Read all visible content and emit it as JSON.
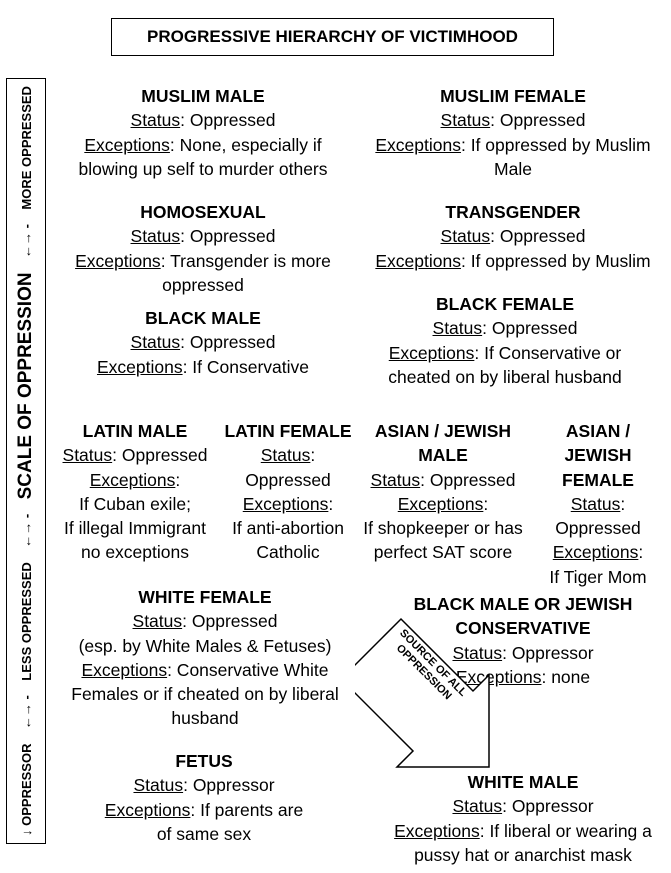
{
  "title": "PROGRESSIVE HIERARCHY OF VICTIMHOOD",
  "scale": {
    "oppressor": "↓ OPPRESSOR",
    "sep1": "←→ -",
    "less": "LESS OPPRESSED",
    "sep2": "←→ -",
    "main": "SCALE OF OPPRESSION",
    "sep3": "←→ -",
    "more": "MORE OPPRESSED"
  },
  "arrow_label": "SOURCE OF ALL OPPRESSION",
  "entries": {
    "muslim_male": {
      "heading": "MUSLIM MALE",
      "status_label": "Status",
      "status": ": Oppressed",
      "exceptions_label": "Exceptions",
      "exceptions": ": None, especially if blowing up self to murder others"
    },
    "muslim_female": {
      "heading": "MUSLIM FEMALE",
      "status_label": "Status",
      "status": ": Oppressed",
      "exceptions_label": "Exceptions",
      "exceptions": ": If oppressed by Muslim Male"
    },
    "homosexual": {
      "heading": "HOMOSEXUAL",
      "status_label": "Status",
      "status": ": Oppressed",
      "exceptions_label": "Exceptions",
      "exceptions": ": Transgender is more oppressed"
    },
    "transgender": {
      "heading": "TRANSGENDER",
      "status_label": "Status",
      "status": ": Oppressed",
      "exceptions_label": "Exceptions",
      "exceptions": ": If oppressed by Muslim"
    },
    "black_male": {
      "heading": "BLACK MALE",
      "status_label": "Status",
      "status": ": Oppressed",
      "exceptions_label": "Exceptions",
      "exceptions": ": If Conservative"
    },
    "black_female": {
      "heading": "BLACK FEMALE",
      "status_label": "Status",
      "status": ": Oppressed",
      "exceptions_label": "Exceptions",
      "exceptions": ": If Conservative or cheated on by liberal husband"
    },
    "latin_male": {
      "heading": "LATIN MALE",
      "status_label": "Status",
      "status": ": Oppressed",
      "exceptions_label": "Exceptions",
      "exceptions": ":",
      "extra1": "If Cuban exile;",
      "extra2": "If illegal Immigrant no exceptions"
    },
    "latin_female": {
      "heading": "LATIN FEMALE",
      "status_label": "Status",
      "status": ": Oppressed",
      "exceptions_label": "Exceptions",
      "exceptions": ":",
      "extra1": "If anti-abortion Catholic"
    },
    "asian_jewish_male": {
      "heading": "ASIAN / JEWISH MALE",
      "status_label": "Status",
      "status": ": Oppressed",
      "exceptions_label": "Exceptions",
      "exceptions": ":",
      "extra1": "If shopkeeper or has perfect SAT score"
    },
    "asian_jewish_female": {
      "heading": "ASIAN / JEWISH FEMALE",
      "status_label": "Status",
      "status": ": Oppressed",
      "exceptions_label": "Exceptions",
      "exceptions": ":",
      "extra1": "If Tiger Mom"
    },
    "white_female": {
      "heading": "WHITE FEMALE",
      "status_label": "Status",
      "status": ": Oppressed",
      "note": "(esp. by White Males & Fetuses)",
      "exceptions_label": "Exceptions",
      "exceptions": ": Conservative White Females or if cheated on by liberal husband"
    },
    "black_male_jewish_conservative": {
      "heading": "BLACK MALE OR JEWISH CONSERVATIVE",
      "status_label": "Status",
      "status": ": Oppressor",
      "exceptions_label": "Exceptions",
      "exceptions": ": none"
    },
    "fetus": {
      "heading": "FETUS",
      "status_label": "Status",
      "status": ": Oppressor",
      "exceptions_label": "Exceptions",
      "exceptions": ": If parents are of same sex"
    },
    "white_male": {
      "heading": "WHITE MALE",
      "status_label": "Status",
      "status": ": Oppressor",
      "exceptions_label": "Exceptions",
      "exceptions": ": If liberal or wearing a pussy hat or anarchist mask"
    }
  }
}
